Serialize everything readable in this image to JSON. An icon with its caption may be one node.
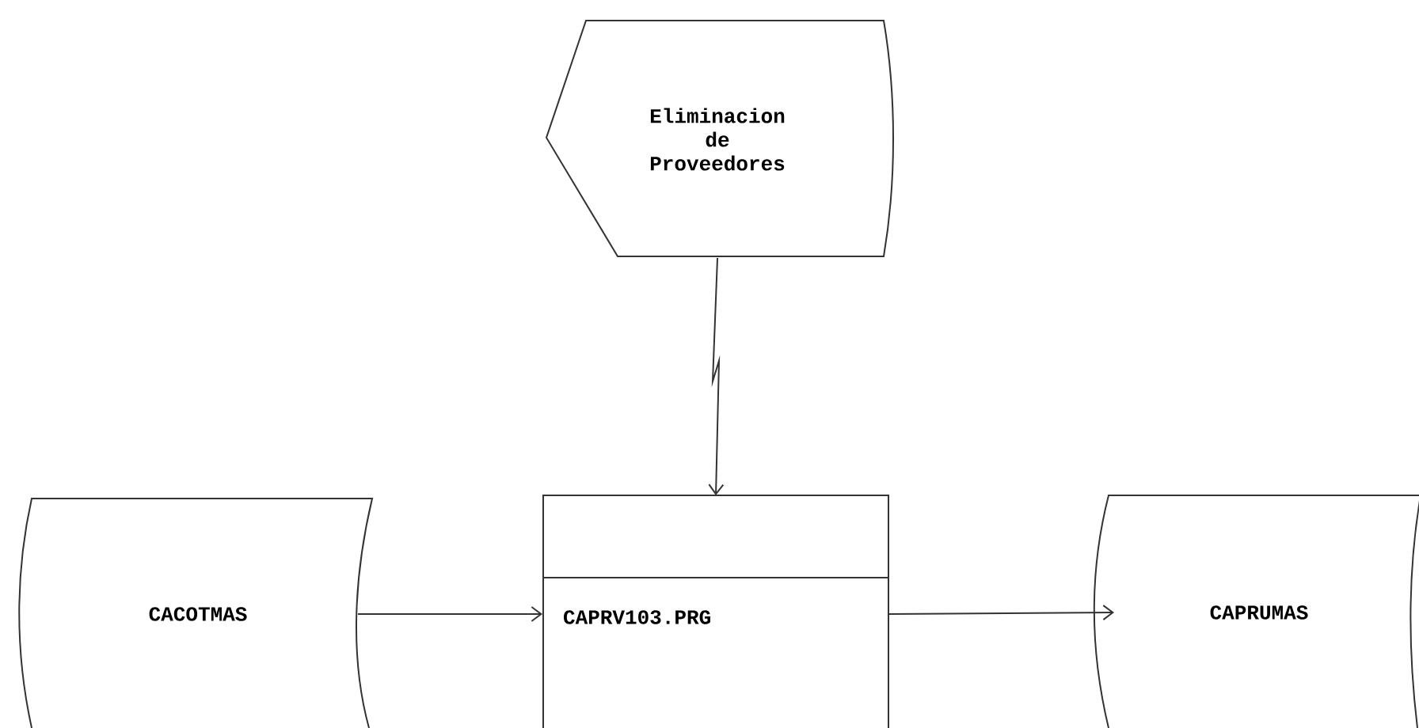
{
  "diagram": {
    "nodes": [
      {
        "text": [
          "Eliminacion de Proveedores"
        ]
      },
      {
        "text": [
          "CAPRV103.PRG"
        ]
      },
      {
        "text": [
          "CACOTMAS"
        ]
      },
      {
        "text": [
          "CAPRUMAS"
        ]
      }
    ],
    "edges": [
      {
        "from": 0,
        "to": 1,
        "arrow": "to"
      },
      {
        "from": 2,
        "to": 1,
        "arrow": "to"
      },
      {
        "from": 1,
        "to": 3,
        "arrow": "to"
      }
    ]
  }
}
